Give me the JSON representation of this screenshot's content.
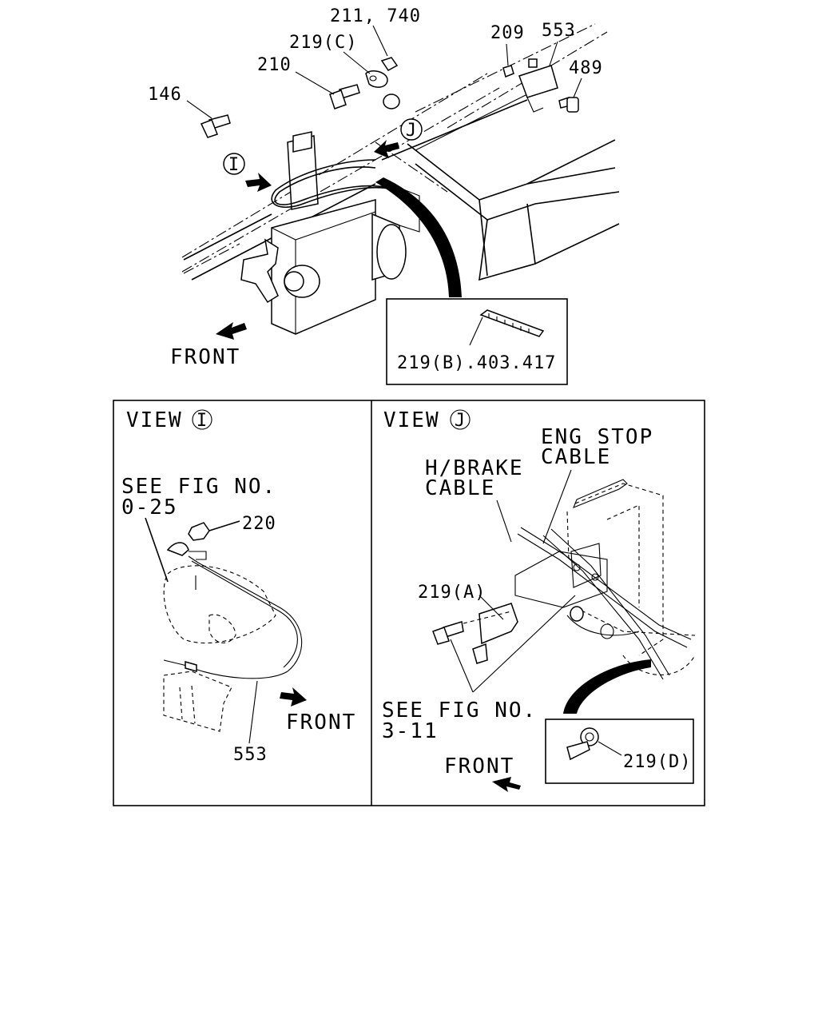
{
  "top": {
    "callouts": {
      "p211_740": "211, 740",
      "p219c": "219(C)",
      "p210": "210",
      "p146": "146",
      "p209": "209",
      "p553": "553",
      "p489": "489"
    },
    "view_markers": {
      "i": "I",
      "j": "J"
    },
    "front_label": "FRONT",
    "inset_label": "219(B).403.417"
  },
  "view_i": {
    "title": "VIEW",
    "marker": "I",
    "see_fig_line1": "SEE FIG NO.",
    "see_fig_line2": "0-25",
    "p220": "220",
    "p553": "553",
    "front_label": "FRONT"
  },
  "view_j": {
    "title": "VIEW",
    "marker": "J",
    "eng_stop_line1": "ENG STOP",
    "eng_stop_line2": "CABLE",
    "hbrake_line1": "H/BRAKE",
    "hbrake_line2": "CABLE",
    "p219a": "219(A)",
    "see_fig_line1": "SEE FIG NO.",
    "see_fig_line2": "3-11",
    "front_label": "FRONT",
    "p219d": "219(D)"
  }
}
